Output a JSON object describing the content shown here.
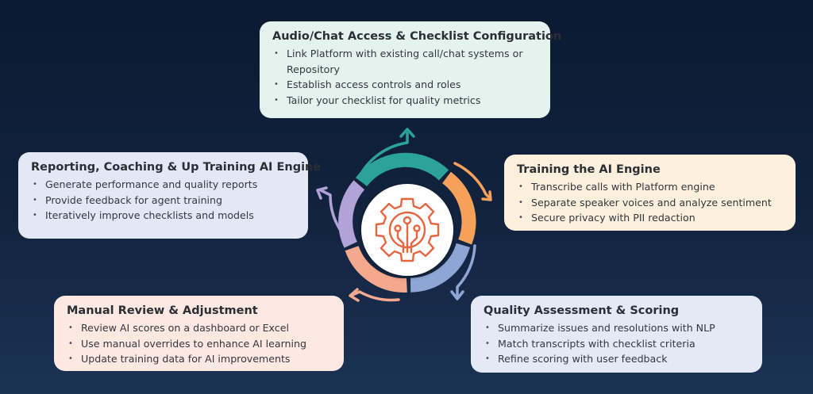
{
  "colors": {
    "teal": "#2ba39a",
    "orange": "#f5a15a",
    "blue": "#8ea6d4",
    "salmon": "#f4a88e",
    "lavender": "#b3a2d8",
    "icon_red": "#e8663f"
  },
  "center_icon": "gear-circuit-icon",
  "steps": {
    "top": {
      "title": "Audio/Chat Access & Checklist Configuration",
      "bullets": [
        "Link Platform with existing call/chat systems or Repository",
        "Establish access controls and roles",
        "Tailor your checklist for quality metrics"
      ]
    },
    "right": {
      "title": "Training the AI Engine",
      "bullets": [
        "Transcribe calls with Platform engine",
        "Separate speaker voices and analyze sentiment",
        "Secure privacy with PII redaction"
      ]
    },
    "bottom_right": {
      "title": "Quality Assessment & Scoring",
      "bullets": [
        "Summarize issues and resolutions with NLP",
        "Match transcripts with checklist criteria",
        "Refine scoring with user feedback"
      ]
    },
    "bottom_left": {
      "title": "Manual Review & Adjustment",
      "bullets": [
        "Review AI scores on a dashboard or Excel",
        "Use manual overrides to enhance AI learning",
        "Update training data for AI improvements"
      ]
    },
    "left": {
      "title": "Reporting, Coaching & Up Training AI Engine",
      "bullets": [
        "Generate performance and quality reports",
        "Provide feedback for agent training",
        "Iteratively improve checklists and models"
      ]
    }
  }
}
